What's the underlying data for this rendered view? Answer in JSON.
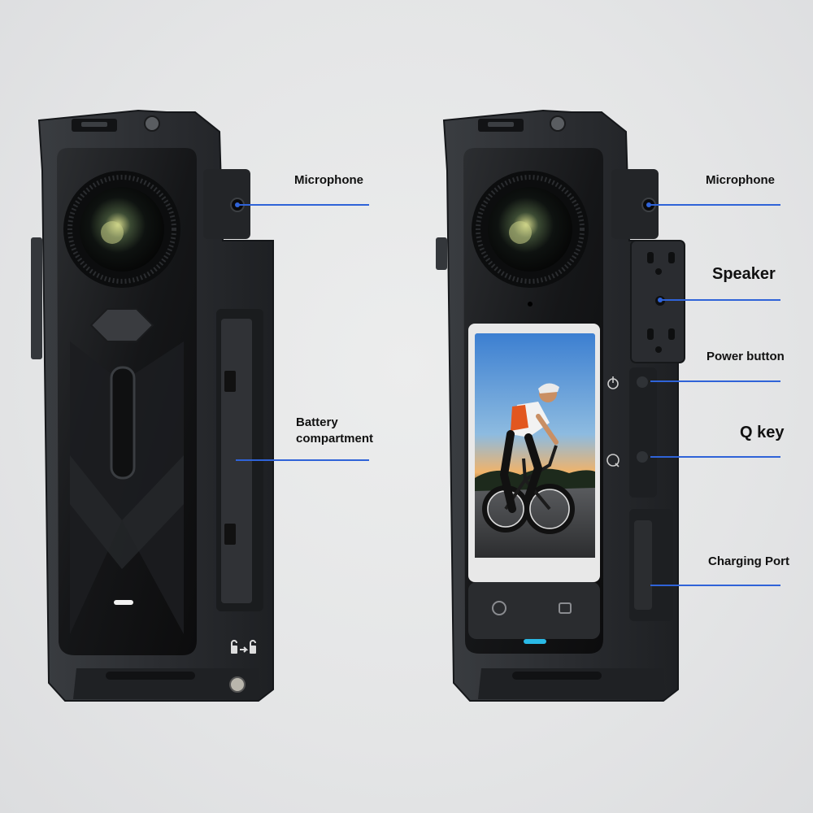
{
  "callouts": {
    "left": {
      "microphone": "Microphone",
      "battery_line1": "Battery",
      "battery_line2": "compartment"
    },
    "right": {
      "microphone": "Microphone",
      "speaker": "Speaker",
      "power_button": "Power button",
      "q_key": "Q key",
      "charging_port": "Charging Port"
    }
  },
  "colors": {
    "callout_line": "#2f63d8",
    "background": "#e6e7e8",
    "cage": "#2a2c2f",
    "camera_body": "#18191b",
    "indicator": "#29b9e6"
  },
  "icons": {
    "unlock_to_lock": "lock-arrow-lock-icon",
    "power": "power-icon",
    "q": "q-key-icon"
  }
}
